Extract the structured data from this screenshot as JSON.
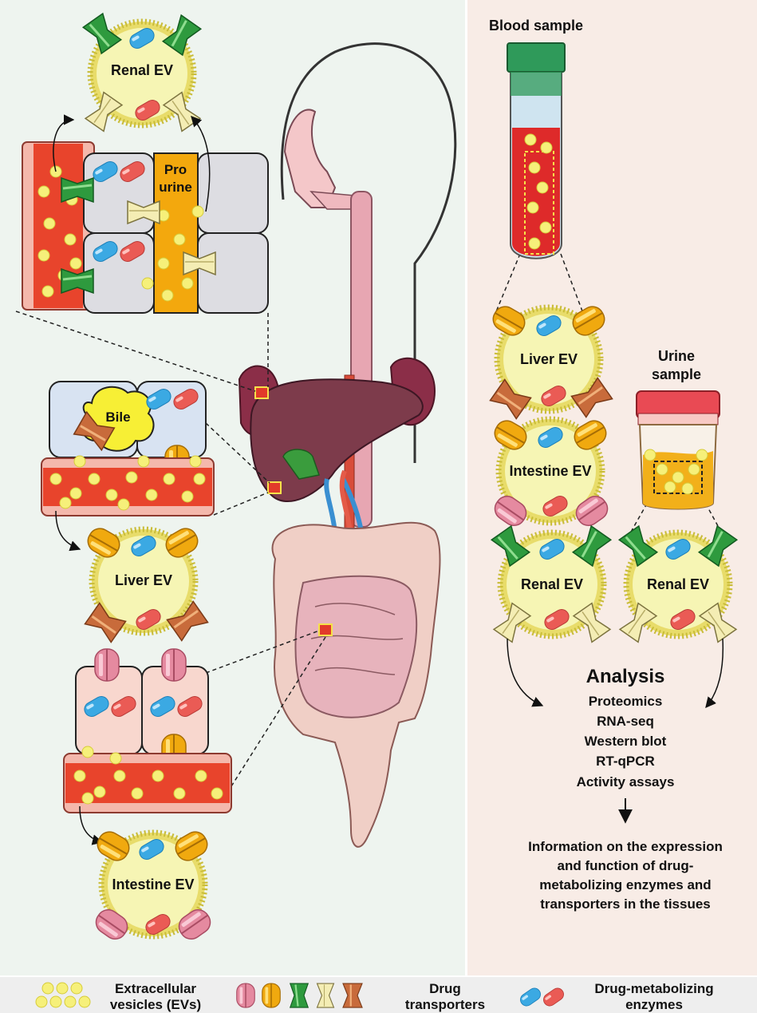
{
  "sections": {
    "kidney": {
      "renal_ev": "Renal EV",
      "pro_urine": [
        "Pro",
        "urine"
      ]
    },
    "liver": {
      "bile": "Bile",
      "liver_ev": "Liver EV"
    },
    "intestine": {
      "intestine_ev": "Intestine EV"
    },
    "blood": {
      "title": "Blood  sample",
      "liver_ev": "Liver EV",
      "intestine_ev": "Intestine EV",
      "renal_ev": "Renal EV"
    },
    "urine": {
      "title": [
        "Urine",
        "sample"
      ],
      "renal_ev": "Renal EV"
    },
    "analysis": {
      "title": "Analysis",
      "methods": [
        "Proteomics",
        "RNA-seq",
        "Western blot",
        "RT-qPCR",
        "Activity assays"
      ],
      "conclusion": [
        "Information on the expression",
        "and function of drug-",
        "metabolizing enzymes and",
        "transporters in the tissues"
      ]
    }
  },
  "legend": {
    "ev": [
      "Extracellular",
      "vesicles (EVs)"
    ],
    "transporters": [
      "Drug",
      "transporters"
    ],
    "enzymes": [
      "Drug-metabolizing",
      "enzymes"
    ]
  },
  "colors": {
    "left_panel_bg": "#eef4ef",
    "right_panel_bg": "#f8ece6",
    "legend_bg": "#eeeeee",
    "ev_fill": "#f4f5a6",
    "ev_border": "#d7d15a",
    "blood_red": "#e8442c",
    "vesicle_yellow": "#f6f07a",
    "transporter_green": "#2e9a3e",
    "transporter_orange": "#f0a90f",
    "transporter_pink": "#e58aa0",
    "transporter_cream": "#f4edb4",
    "transporter_brown": "#c86b3b",
    "enzyme_blue": "#3ba9e3",
    "enzyme_red": "#ea5b55"
  }
}
